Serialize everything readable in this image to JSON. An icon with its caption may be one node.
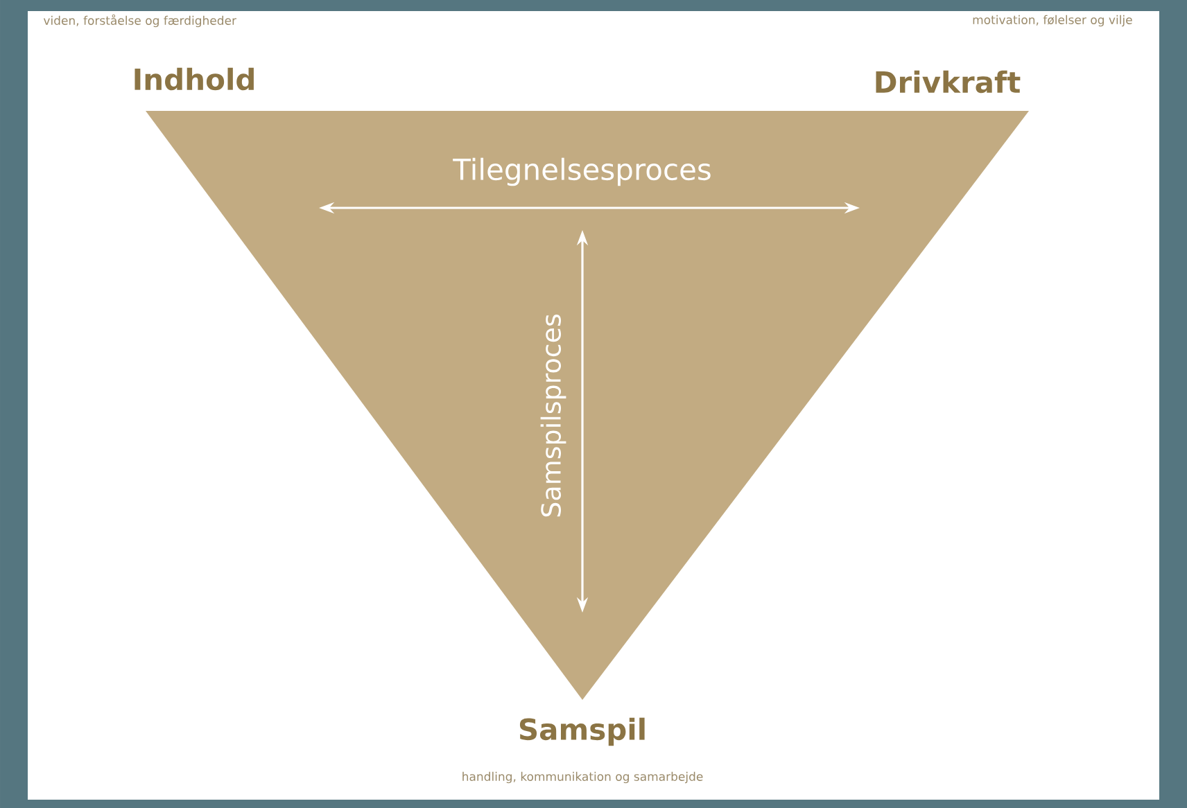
{
  "diagram": {
    "nodes": [
      {
        "text": [
          "Tilegnelsesproces",
          "Samspilsproces"
        ]
      }
    ],
    "labels": [
      "viden, forståelse og færdigheder",
      "motivation, følelser og vilje",
      "Indhold",
      "Drivkraft",
      "Samspil",
      "handling, kommunikation og samarbejde"
    ]
  }
}
